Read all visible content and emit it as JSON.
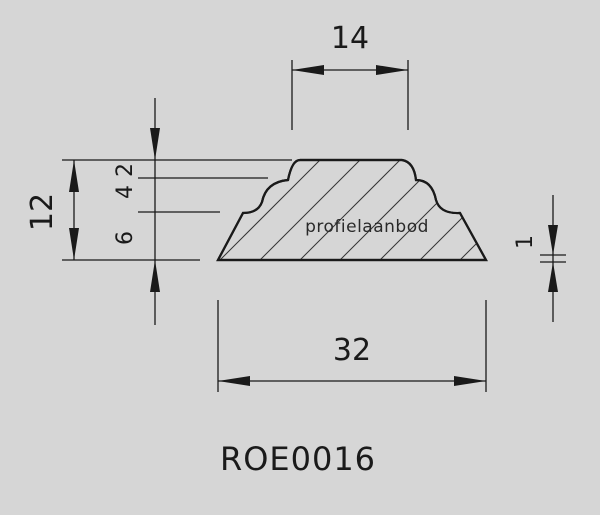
{
  "profile_code": "ROE0016",
  "watermark": "profielaanbod",
  "dimensions": {
    "top_width": "14",
    "total_width": "32",
    "total_height": "12",
    "step_a": "2",
    "step_b": "4",
    "step_c": "6",
    "edge_height": "1"
  },
  "colors": {
    "background": "#d6d6d6",
    "line": "#1a1a1a"
  }
}
